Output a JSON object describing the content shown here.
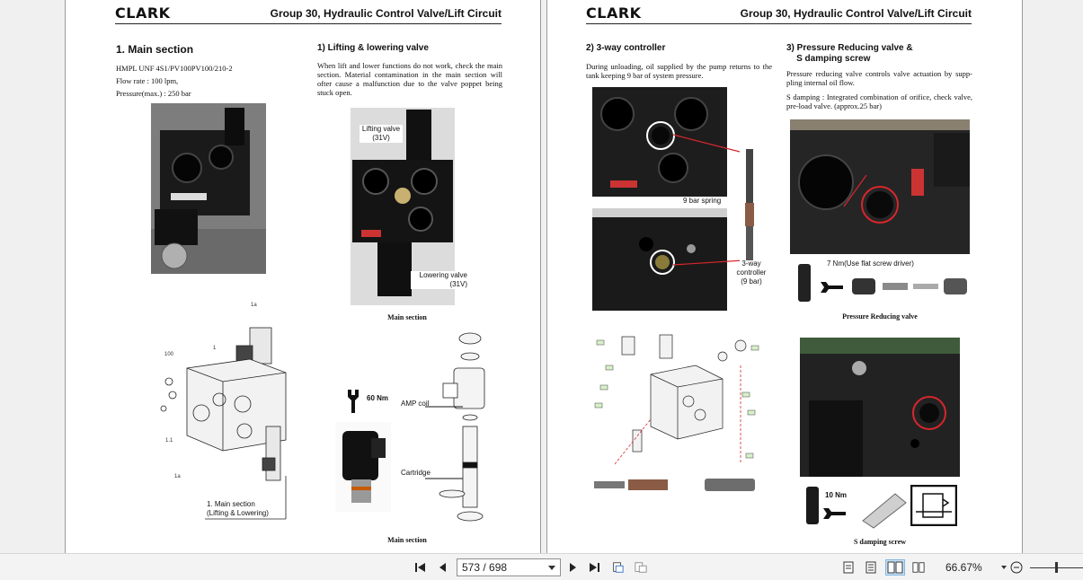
{
  "left_page": {
    "logo": "CLARK",
    "header_title": "Group 30, Hydraulic Control Valve/Lift Circuit",
    "main_section": {
      "heading": "1. Main section",
      "specs": [
        "HMPL UNF 4S1/PV100PV100/210-2",
        "Flow rate : 100 lpm,",
        "Pressure(max.) : 250 bar"
      ]
    },
    "lifting_lowering": {
      "heading": "1) Lifting & lowering valve",
      "body": "When lift and lower functions do not work, check the main section. Material contamination in the main section will ofter cause a malfunction due to the valve poppet being stuck open.",
      "label_lifting": "Lifting valve\n(31V)",
      "label_lowering": "Lowering valve\n(31V)",
      "caption": "Main section"
    },
    "exploded": {
      "labels": [
        "1a",
        "1",
        "100",
        "1.1",
        "1a"
      ],
      "callout": "1. Main section\n(Lifting & Lowering)"
    },
    "coil": {
      "torque": "60 Nm",
      "amp_coil": "AMP coil",
      "cartridge": "Cartridge",
      "caption": "Main section"
    }
  },
  "right_page": {
    "logo": "CLARK",
    "header_title": "Group 30, Hydraulic Control Valve/Lift Circuit",
    "three_way": {
      "heading": "2) 3-way controller",
      "body": "During unloading, oil supplied by the pump returns to the tank keeping 9 bar of system pressure.",
      "spring_label": "9 bar spring",
      "controller_label": "3-way\ncontroller\n(9 bar)"
    },
    "pressure_reducing": {
      "heading": "3) Pressure Reducing valve &\n    S damping screw",
      "body1": "Pressure reducing valve controls valve actuation by supp- pling internal oil flow.",
      "body2": "S damping : Integrated combination of orifice, check valve, pre-load valve. (approx.25 bar)",
      "torque": "7 Nm(Use flat screw driver)",
      "caption": "Pressure Reducing valve"
    },
    "s_damping": {
      "torque": "10 Nm",
      "caption": "S damping screw"
    }
  },
  "toolbar": {
    "page_current": "573 / 698",
    "zoom": "66.67%",
    "icons": [
      "first-page-icon",
      "prev-page-icon",
      "next-page-icon",
      "last-page-icon",
      "rotate-icon",
      "fit-icon",
      "single-page-icon",
      "continuous-icon",
      "two-page-icon",
      "two-page-continuous-icon",
      "zoom-out-icon"
    ]
  },
  "colors": {
    "accent_red": "#d7262c",
    "toolbar_bg": "#f3f3f3",
    "viewer_bg": "#f0f0f0"
  }
}
